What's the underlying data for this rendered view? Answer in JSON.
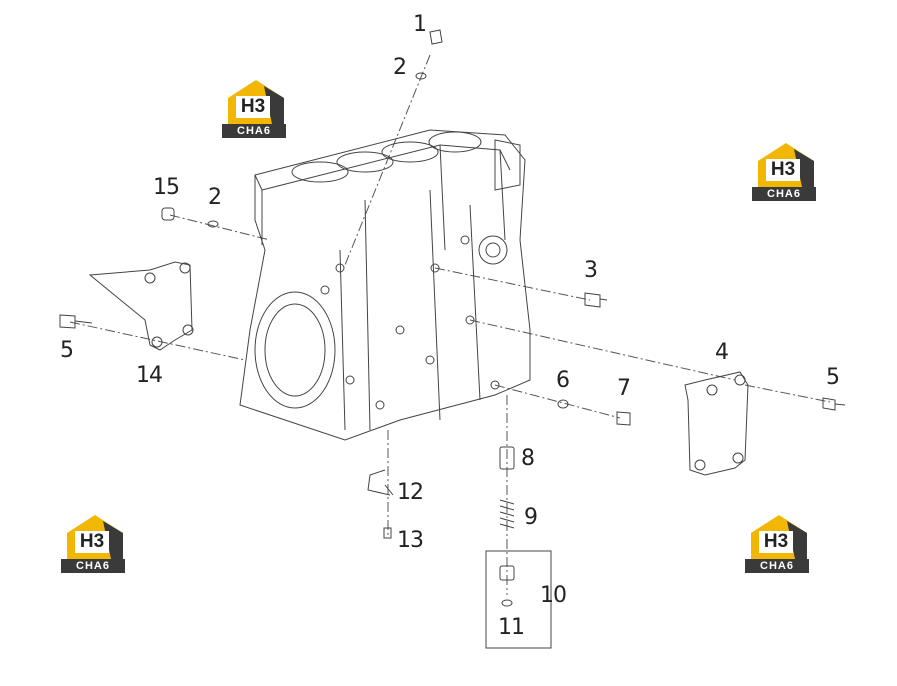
{
  "callouts": [
    {
      "id": "1",
      "label": "1"
    },
    {
      "id": "2a",
      "label": "2"
    },
    {
      "id": "2b",
      "label": "2"
    },
    {
      "id": "3",
      "label": "3"
    },
    {
      "id": "4",
      "label": "4"
    },
    {
      "id": "5a",
      "label": "5"
    },
    {
      "id": "5b",
      "label": "5"
    },
    {
      "id": "6",
      "label": "6"
    },
    {
      "id": "7",
      "label": "7"
    },
    {
      "id": "8",
      "label": "8"
    },
    {
      "id": "9",
      "label": "9"
    },
    {
      "id": "10",
      "label": "10"
    },
    {
      "id": "11",
      "label": "11"
    },
    {
      "id": "12",
      "label": "12"
    },
    {
      "id": "13",
      "label": "13"
    },
    {
      "id": "14",
      "label": "14"
    },
    {
      "id": "15",
      "label": "15"
    }
  ],
  "watermark": {
    "mark_text": "H3",
    "word_text": "CHA6",
    "colors": {
      "gold": "#f2b705",
      "dark": "#3a3a3a"
    }
  },
  "colors": {
    "line": "#555555",
    "part": "#444444"
  }
}
